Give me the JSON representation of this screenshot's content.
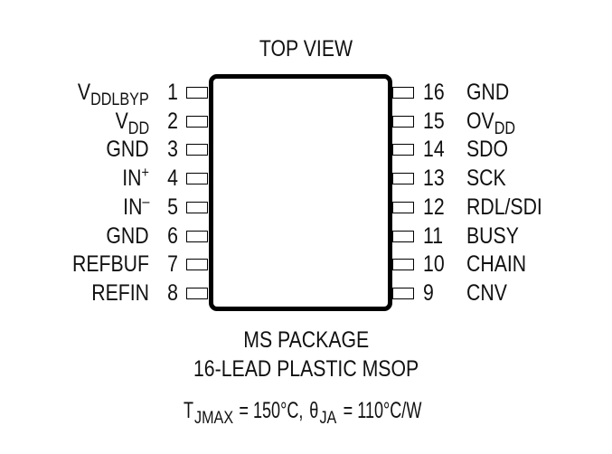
{
  "diagram": {
    "title": "TOP VIEW",
    "package_name": "MS PACKAGE",
    "package_desc": "16-LEAD PLASTIC MSOP",
    "thermal": {
      "tjmax_symbol": "T",
      "tjmax_sub": "JMAX",
      "tjmax_value": " = 150°C, ",
      "theta_symbol": "θ",
      "theta_sub": "JA",
      "theta_value": " = 110°C/W"
    },
    "left_pins": [
      {
        "num": "1",
        "name": "V",
        "sub": "DDLBYP",
        "sup": ""
      },
      {
        "num": "2",
        "name": "V",
        "sub": "DD",
        "sup": ""
      },
      {
        "num": "3",
        "name": "GND",
        "sub": "",
        "sup": ""
      },
      {
        "num": "4",
        "name": "IN",
        "sub": "",
        "sup": "+"
      },
      {
        "num": "5",
        "name": "IN",
        "sub": "",
        "sup": "–"
      },
      {
        "num": "6",
        "name": "GND",
        "sub": "",
        "sup": ""
      },
      {
        "num": "7",
        "name": "REFBUF",
        "sub": "",
        "sup": ""
      },
      {
        "num": "8",
        "name": "REFIN",
        "sub": "",
        "sup": ""
      }
    ],
    "right_pins": [
      {
        "num": "16",
        "name": "GND",
        "sub": ""
      },
      {
        "num": "15",
        "name": "OV",
        "sub": "DD"
      },
      {
        "num": "14",
        "name": "SDO",
        "sub": ""
      },
      {
        "num": "13",
        "name": "SCK",
        "sub": ""
      },
      {
        "num": "12",
        "name": "RDL/SDI",
        "sub": ""
      },
      {
        "num": "11",
        "name": "BUSY",
        "sub": ""
      },
      {
        "num": "10",
        "name": "CHAIN",
        "sub": ""
      },
      {
        "num": "9",
        "name": "CNV",
        "sub": ""
      }
    ]
  }
}
